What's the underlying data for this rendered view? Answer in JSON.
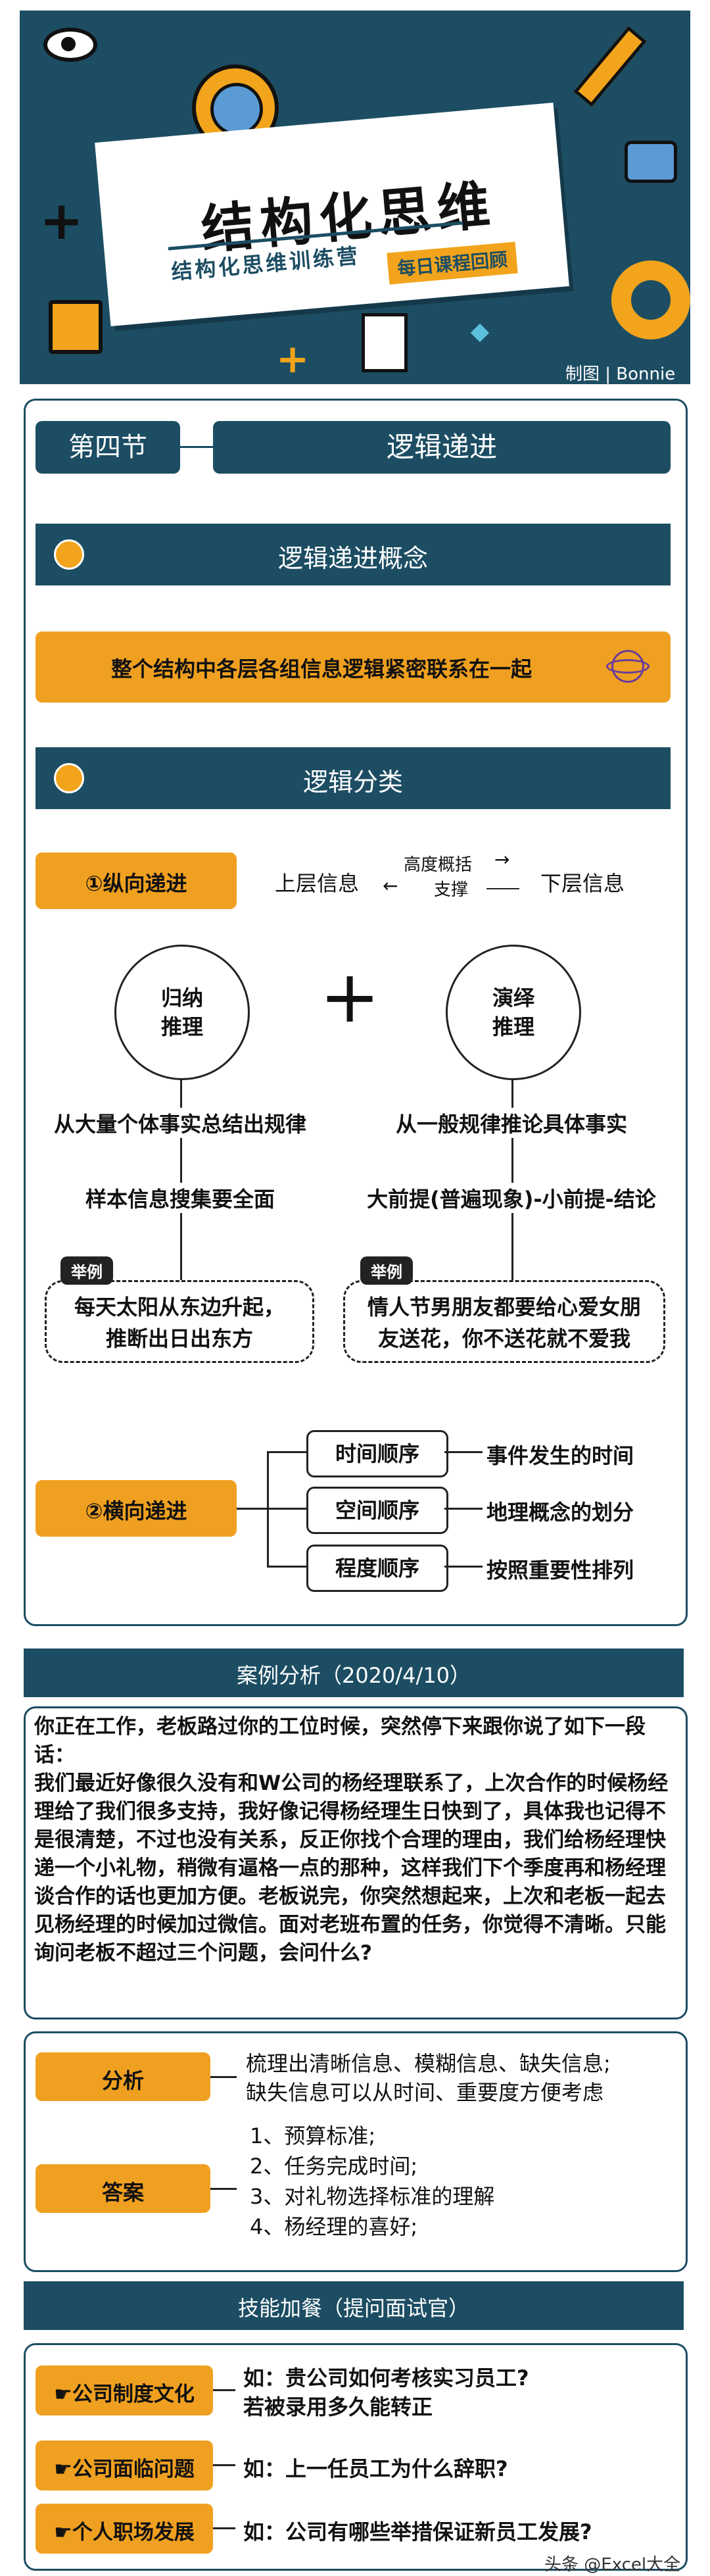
{
  "header": {
    "title": "结构化思维",
    "subtitle": "结构化思维训练营",
    "tag": "每日课程回顾",
    "credit": "制图 | Bonnie"
  },
  "section": {
    "number": "第四节",
    "name": "逻辑递进"
  },
  "concept": {
    "heading": "逻辑递进概念",
    "definition": "整个结构中各层各组信息逻辑紧密联系在一起"
  },
  "classify": {
    "heading": "逻辑分类",
    "vertical": {
      "label": "①纵向递进",
      "upper": "上层信息",
      "lower": "下层信息",
      "up_arrow": "高度概括",
      "down_arrow": "支撑"
    },
    "induction": {
      "title_line1": "归纳",
      "title_line2": "推理",
      "point1": "从大量个体事实总结出规律",
      "point2": "样本信息搜集要全面",
      "example_tag": "举例",
      "example_line1": "每天太阳从东边升起，",
      "example_line2": "推断出日出东方"
    },
    "plus": "+",
    "deduction": {
      "title_line1": "演绎",
      "title_line2": "推理",
      "point1": "从一般规律推论具体事实",
      "point2": "大前提(普遍现象)-小前提-结论",
      "example_tag": "举例",
      "example_line1": "情人节男朋友都要给心爱女朋",
      "example_line2": "友送花，你不送花就不爱我"
    },
    "horizontal": {
      "label": "②横向递进",
      "items": [
        {
          "name": "时间顺序",
          "desc": "事件发生的时间"
        },
        {
          "name": "空间顺序",
          "desc": "地理概念的划分"
        },
        {
          "name": "程度顺序",
          "desc": "按照重要性排列"
        }
      ]
    }
  },
  "case": {
    "heading": "案例分析（2020/4/10）",
    "body": "你正在工作，老板路过你的工位时候，突然停下来跟你说了如下一段话：\n我们最近好像很久没有和W公司的杨经理联系了，上次合作的时候杨经理给了我们很多支持，我好像记得杨经理生日快到了，具体我也记得不是很清楚，不过也没有关系，反正你找个合理的理由，我们给杨经理快递一个小礼物，稍微有逼格一点的那种，这样我们下个季度再和杨经理谈合作的话也更加方便。老板说完，你突然想起来，上次和老板一起去见杨经理的时候加过微信。面对老班布置的任务，你觉得不清晰。只能询问老板不超过三个问题，会问什么?",
    "analysis_label": "分析",
    "analysis_line1": "梳理出清晰信息、模糊信息、缺失信息;",
    "analysis_line2": "缺失信息可以从时间、重要度方便考虑",
    "answer_label": "答案",
    "answers": [
      "1、预算标准;",
      "2、任务完成时间;",
      "3、对礼物选择标准的理解",
      "4、杨经理的喜好;"
    ]
  },
  "skill": {
    "heading": "技能加餐（提问面试官）",
    "items": [
      {
        "label": "☛公司制度文化",
        "line1": "如：贵公司如何考核实习员工?",
        "line2": "若被录用多久能转正"
      },
      {
        "label": "☛公司面临问题",
        "line1": "如：上一任员工为什么辞职?",
        "line2": ""
      },
      {
        "label": "☛个人职场发展",
        "line1": "如：公司有哪些举措保证新员工发展?",
        "line2": ""
      }
    ]
  },
  "watermark": "头条 @Excel大全",
  "colors": {
    "navy": "#1c4d63",
    "orange": "#f2a41c"
  }
}
